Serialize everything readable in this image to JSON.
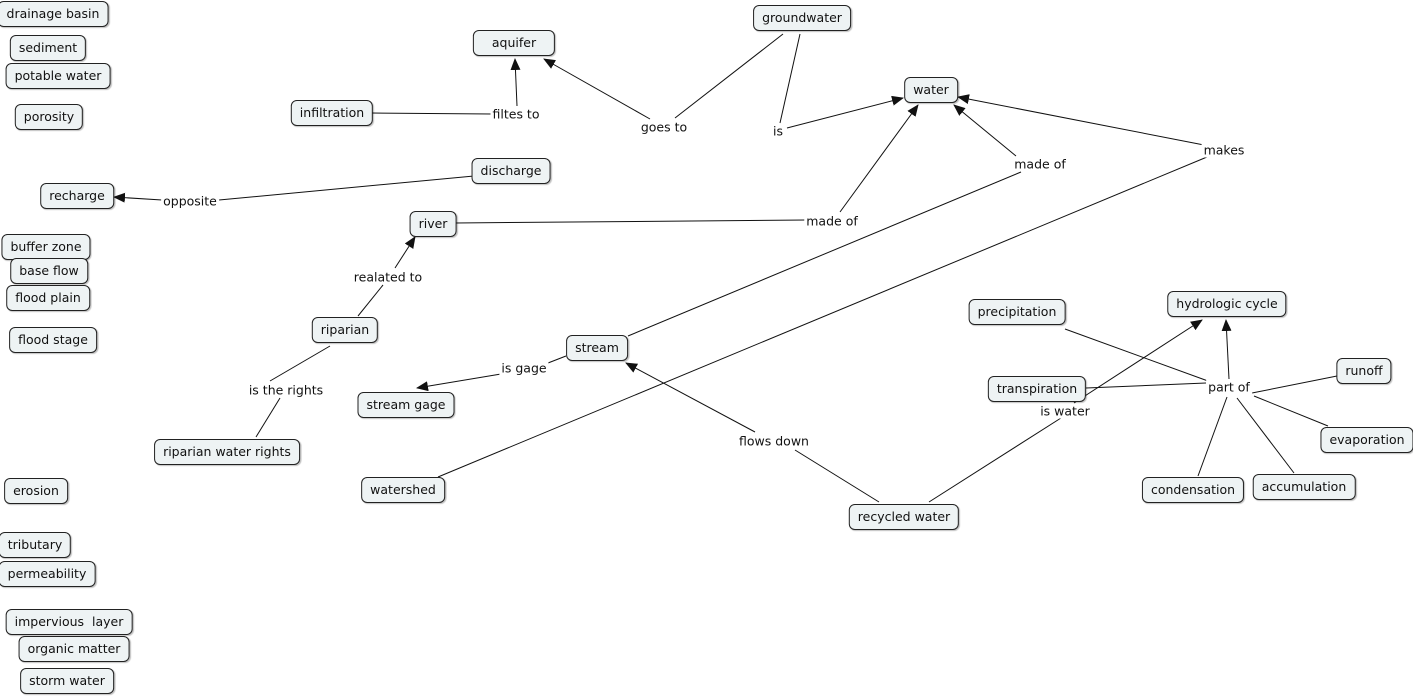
{
  "concepts": {
    "drainage_basin": "drainage basin",
    "sediment": "sediment",
    "potable_water": "potable water",
    "porosity": "porosity",
    "recharge": "recharge",
    "buffer_zone": "buffer zone",
    "base_flow": "base flow",
    "flood_plain": "flood plain",
    "flood_stage": "flood stage",
    "erosion": "erosion",
    "tributary": "tributary",
    "permeability": "permeability",
    "impervious_layer": "impervious  layer",
    "organic_matter": "organic matter",
    "storm_water": "storm water",
    "infiltration": "infiltration",
    "aquifer": "aquifer",
    "groundwater": "groundwater",
    "water": "water",
    "discharge": "discharge",
    "river": "river",
    "riparian": "riparian",
    "riparian_water_rights": "riparian water rights",
    "stream": "stream",
    "stream_gage": "stream gage",
    "watershed": "watershed",
    "recycled_water": "recycled water",
    "precipitation": "precipitation",
    "hydrologic_cycle": "hydrologic cycle",
    "transpiration": "transpiration",
    "runoff": "runoff",
    "evaporation": "evaporation",
    "condensation": "condensation",
    "accumulation": "accumulation"
  },
  "links": {
    "filtes_to": "filtes to",
    "goes_to": "goes to",
    "is": "is",
    "opposite": "opposite",
    "made_of_river": "made of",
    "made_of_stream": "made of",
    "makes": "makes",
    "realated_to": "realated to",
    "is_the_rights": "is the rights",
    "is_gage": "is gage",
    "flows_down": "flows down",
    "is_water": "is water",
    "part_of": "part of"
  },
  "colors": {
    "node_fill": "#eef3f4",
    "node_border": "#222222",
    "line": "#111111"
  }
}
